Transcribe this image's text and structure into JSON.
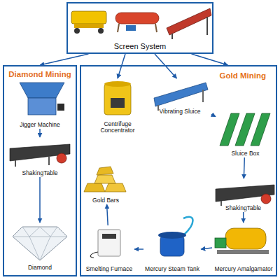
{
  "diagram": {
    "nodes": [
      {
        "text": [
          "Screen System"
        ]
      },
      {
        "text": [
          "Diamond Mining"
        ]
      },
      {
        "text": [
          "Jigger Machine"
        ],
        "in": 1
      },
      {
        "text": [
          "ShakingTable"
        ],
        "in": 1
      },
      {
        "text": [
          "Diamond"
        ],
        "in": 1
      },
      {
        "text": [
          "Gold Mining"
        ]
      },
      {
        "text": [
          "Centrifuge Concentrator"
        ],
        "in": 5
      },
      {
        "text": [
          "Vibrating Sluice"
        ],
        "in": 5
      },
      {
        "text": [
          "Sluice Box"
        ],
        "in": 5
      },
      {
        "text": [
          "Gold Bars"
        ],
        "in": 5
      },
      {
        "text": [
          "ShakingTable"
        ],
        "in": 5
      },
      {
        "text": [
          "Smelting Furnace"
        ],
        "in": 5
      },
      {
        "text": [
          "Mercury Steam Tank"
        ],
        "in": 5
      },
      {
        "text": [
          "Mercury Amalgamator"
        ],
        "in": 5
      }
    ],
    "edges": [
      {
        "from": 0,
        "to": 1,
        "arrow": "to"
      },
      {
        "from": 0,
        "to": 6,
        "arrow": "to"
      },
      {
        "from": 0,
        "to": 7,
        "arrow": "to"
      },
      {
        "from": 0,
        "to": 5,
        "arrow": "to"
      },
      {
        "from": 2,
        "to": 3,
        "arrow": "to"
      },
      {
        "from": 3,
        "to": 4,
        "arrow": "to"
      },
      {
        "from": 7,
        "to": 8,
        "arrow": "to"
      },
      {
        "from": 8,
        "to": 10,
        "arrow": "to"
      },
      {
        "from": 10,
        "to": 13,
        "arrow": "to"
      },
      {
        "from": 13,
        "to": 12,
        "arrow": "to"
      },
      {
        "from": 12,
        "to": 11,
        "arrow": "to"
      },
      {
        "from": 11,
        "to": 9,
        "arrow": "to"
      }
    ]
  }
}
